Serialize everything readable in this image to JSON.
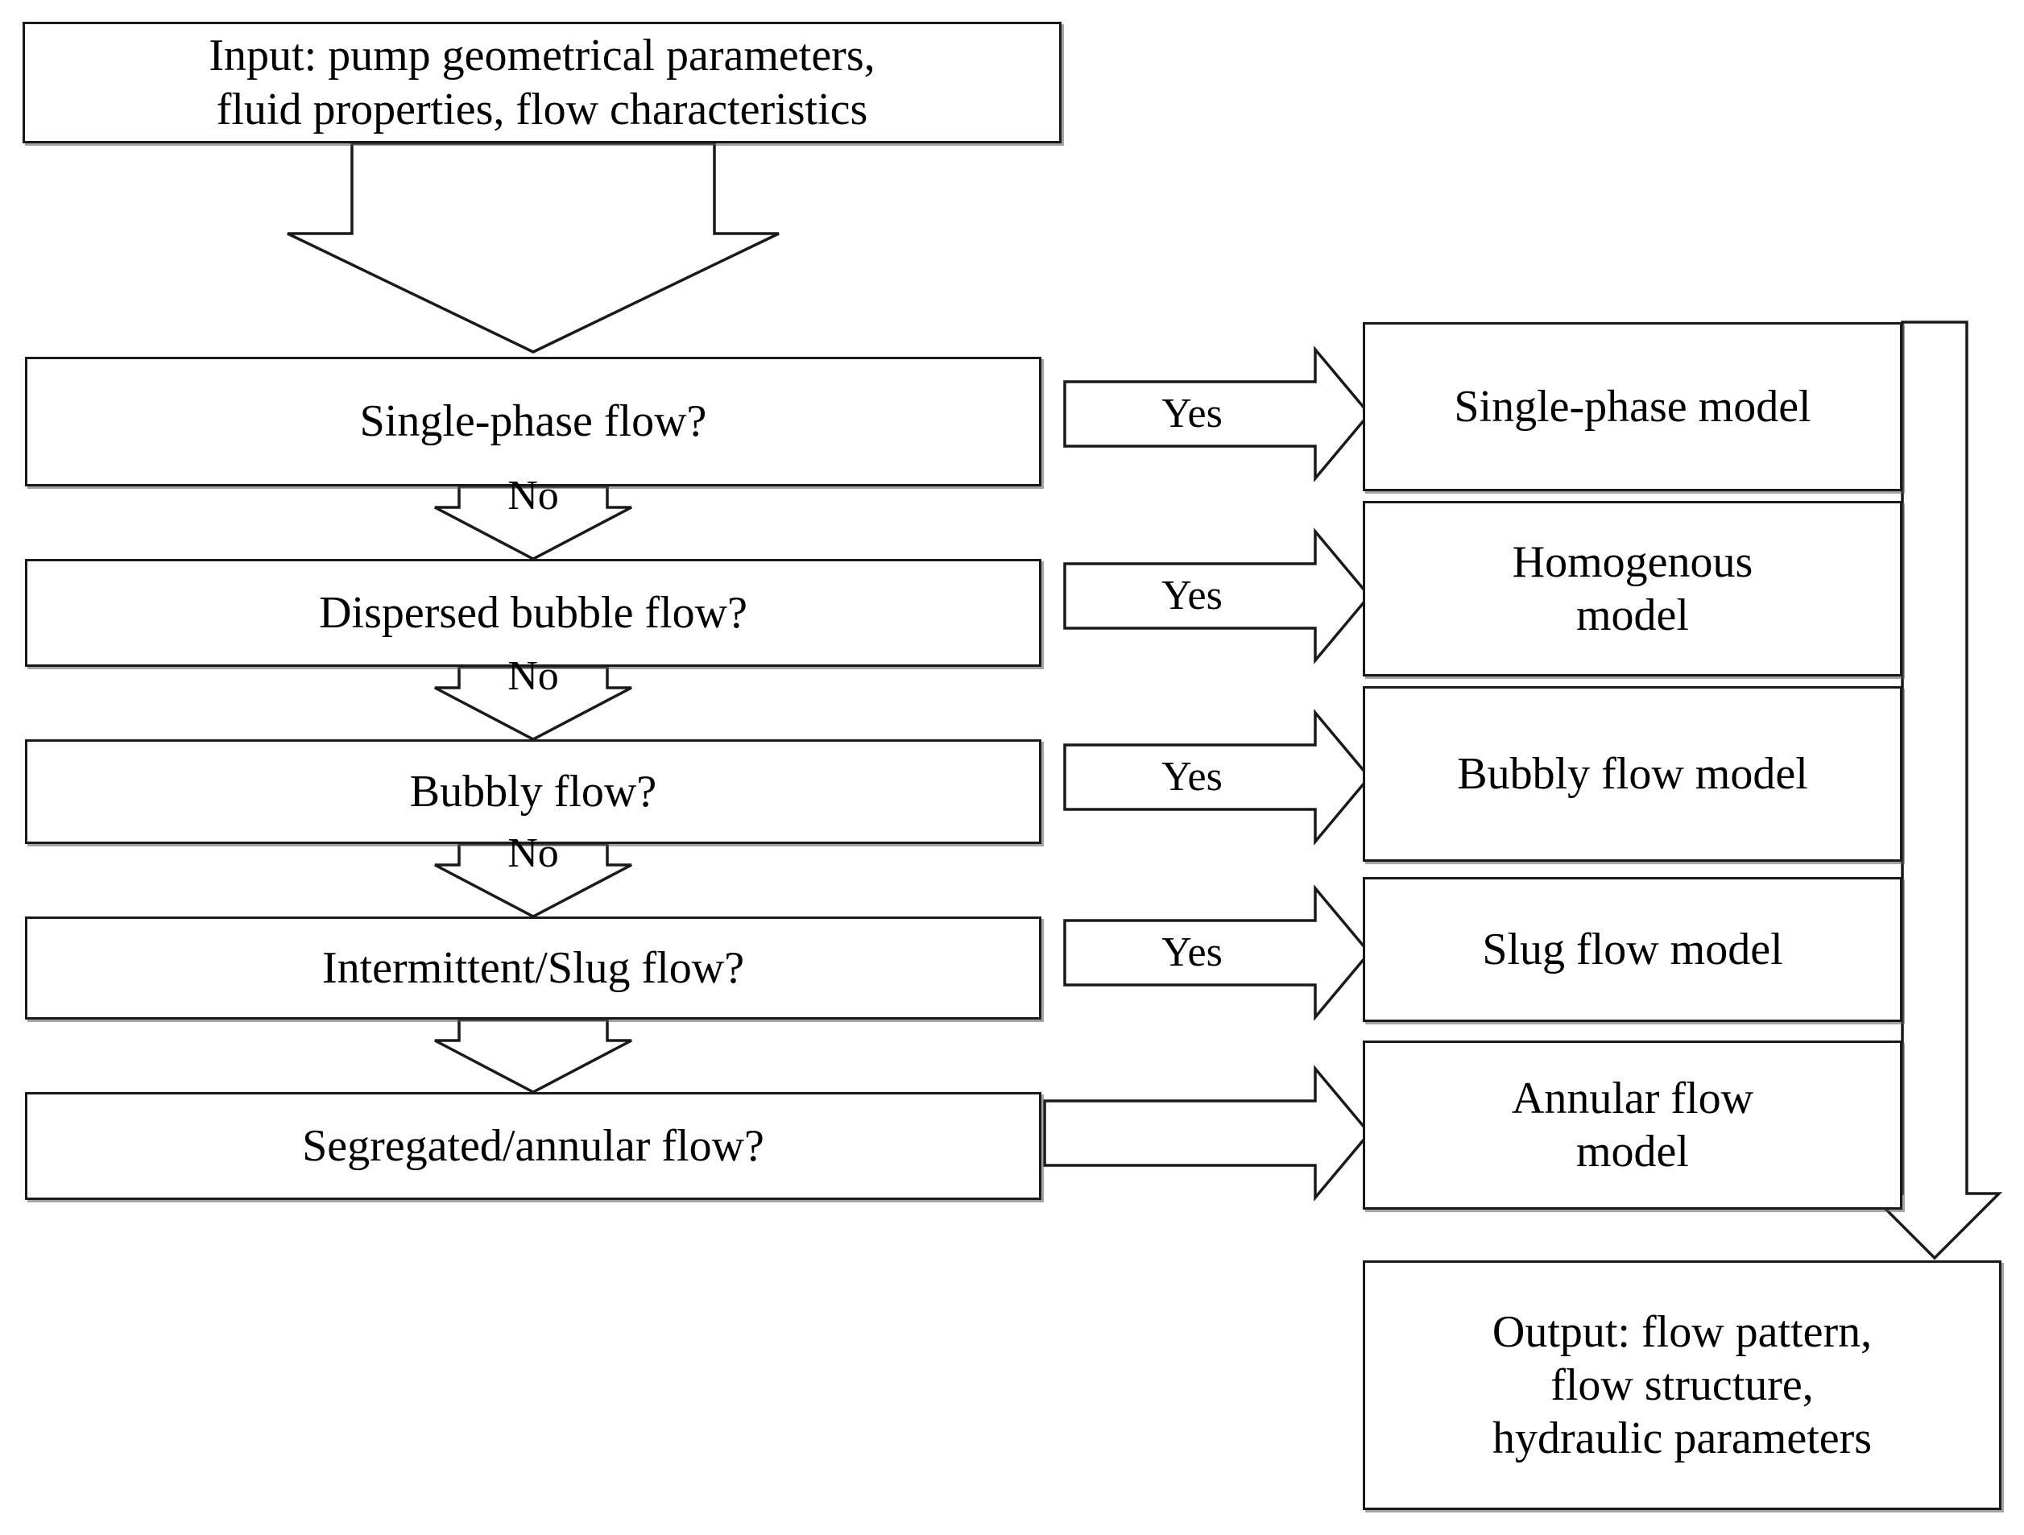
{
  "diagram": {
    "title": "Two-phase flow pattern model selection flowchart",
    "colors": {
      "stroke": "#1a1a1a",
      "fill": "#ffffff",
      "shadow": "#5a5a5a",
      "text": "#000000"
    },
    "input": {
      "label": "Input: pump geometrical parameters,\nfluid properties, flow characteristics"
    },
    "decisions": [
      {
        "label": "Single-phase flow?",
        "no_label": "No"
      },
      {
        "label": "Dispersed bubble flow?",
        "no_label": "No"
      },
      {
        "label": "Bubbly flow?",
        "no_label": "No"
      },
      {
        "label": "Intermittent/Slug flow?",
        "no_label": ""
      },
      {
        "label": "Segregated/annular flow?",
        "no_label": ""
      }
    ],
    "branch_labels": {
      "yes_1": "Yes",
      "yes_2": "Yes",
      "yes_3": "Yes",
      "yes_4": "Yes",
      "yes_5": ""
    },
    "models": [
      {
        "label": "Single-phase model"
      },
      {
        "label": "Homogenous\nmodel"
      },
      {
        "label": "Bubbly flow model"
      },
      {
        "label": "Slug flow model"
      },
      {
        "label": "Annular flow\nmodel"
      }
    ],
    "output": {
      "label": "Output: flow pattern,\nflow structure,\nhydraulic parameters"
    }
  }
}
